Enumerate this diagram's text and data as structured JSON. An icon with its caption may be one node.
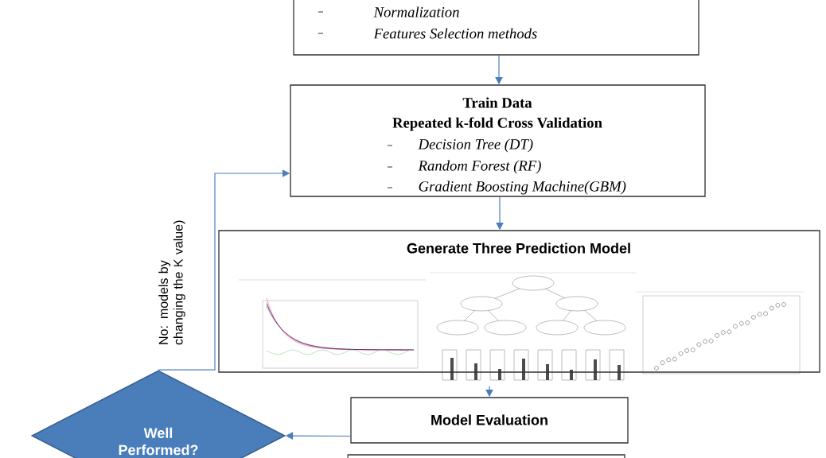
{
  "diagram": {
    "nodes": [
      {
        "text": [
          "Normalization",
          "Features Selection methods"
        ]
      },
      {
        "text": [
          "Train Data",
          "Repeated k-fold Cross Validation",
          "Decision Tree (DT)",
          "Random Forest (RF)",
          "Gradient Boosting Machine(GBM)"
        ]
      },
      {
        "text": [
          "Generate Three Prediction Model"
        ]
      },
      {
        "text": [
          "Model Evaluation"
        ]
      },
      {
        "text": [
          "Well Performed?"
        ]
      },
      {
        "text": [],
        "shape": "box"
      }
    ],
    "edges": [
      {
        "from": 0,
        "to": 1,
        "arrow": "to"
      },
      {
        "from": 1,
        "to": 2,
        "arrow": "to"
      },
      {
        "from": 2,
        "to": 3,
        "arrow": "to"
      },
      {
        "from": 3,
        "to": 4,
        "arrow": "to"
      },
      {
        "from": 4,
        "to": 1,
        "arrow": "to",
        "label": "No: models by changing the K value)"
      }
    ]
  }
}
